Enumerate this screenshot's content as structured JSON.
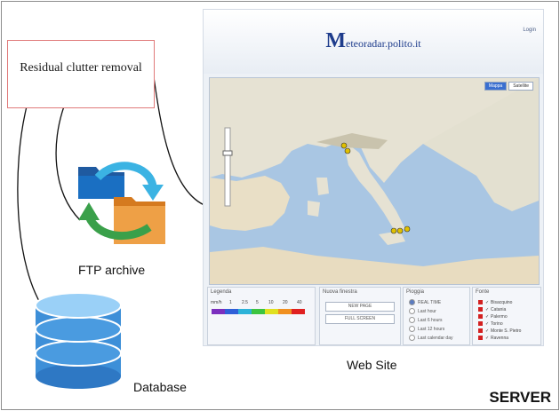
{
  "diagram": {
    "residual_box": "Residual clutter removal",
    "ftp_label": "FTP archive",
    "database_label": "Database",
    "website_label": "Web Site",
    "server_label": "SERVER"
  },
  "website": {
    "title_initial": "M",
    "title_rest": "eteoradar.polito.it",
    "login": "Login",
    "map_tabs": [
      "Mappa",
      "Satellite"
    ],
    "legend": {
      "title": "Legenda",
      "unit": "mm/h",
      "values": [
        "1",
        "2.5",
        "5",
        "10",
        "20",
        "40"
      ]
    },
    "view_select": {
      "title": "Nuova finestra",
      "buttons": [
        "NEW PAGE",
        "FULL SCREEN"
      ]
    },
    "pioggia": {
      "title": "Pioggia",
      "options": [
        "REAL TIME",
        "Last hour",
        "Last 6 hours",
        "Last 12 hours",
        "Last calendar day"
      ],
      "selected": 0
    },
    "fonte": {
      "title": "Fonte",
      "items": [
        "Bisacquino",
        "Catania",
        "Palermo",
        "Torino",
        "Monte S. Pietro",
        "Ravenna"
      ]
    }
  },
  "colors": {
    "box_border": "#e07a7a",
    "db_fill": "#3d8fd8",
    "folder_blue": "#1f5aa0",
    "folder_orange": "#e58a2e",
    "arrow_green": "#3aa04a",
    "arrow_cyan": "#3bb3e3"
  }
}
